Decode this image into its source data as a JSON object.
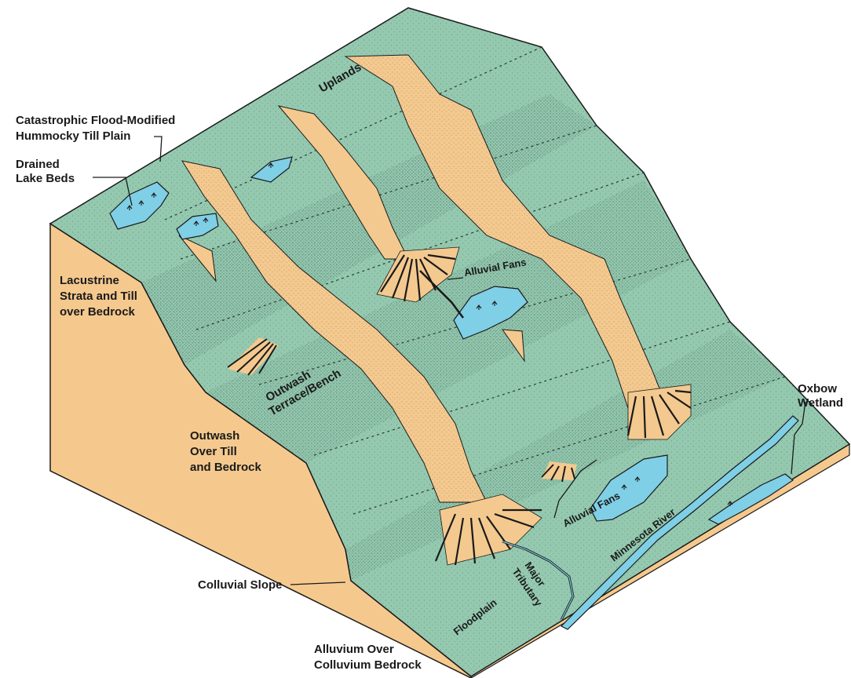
{
  "colors": {
    "surface": "#94c9b0",
    "surface_dark": "#7fb59c",
    "earth_side": "#f5c98e",
    "fan_sediment": "#f3c98f",
    "water": "#7fcfe6",
    "outline": "#1a1a1a"
  },
  "labels": {
    "uplands": "Uplands",
    "catastrophic_line1": "Catastrophic Flood-Modified",
    "catastrophic_line2": "Hummocky Till Plain",
    "drained_line1": "Drained",
    "drained_line2": "Lake Beds",
    "lacustrine_line1": "Lacustrine",
    "lacustrine_line2": "Strata and Till",
    "lacustrine_line3": "over Bedrock",
    "alluvial_fans_upper": "Alluvial Fans",
    "outwash_terrace_line1": "Outwash",
    "outwash_terrace_line2": "Terrace/Bench",
    "outwash_over_line1": "Outwash",
    "outwash_over_line2": "Over Till",
    "outwash_over_line3": "and Bedrock",
    "alluvial_fans_lower": "Alluvial Fans",
    "oxbow_line1": "Oxbow",
    "oxbow_line2": "Wetland",
    "minnesota_river": "Minnesota River",
    "major_tributary_line1": "Major",
    "major_tributary_line2": "Tributary",
    "floodplain": "Floodplain",
    "colluvial_slope": "Colluvial Slope",
    "alluvium_line1": "Alluvium Over",
    "alluvium_line2": "Colluvium Bedrock"
  }
}
